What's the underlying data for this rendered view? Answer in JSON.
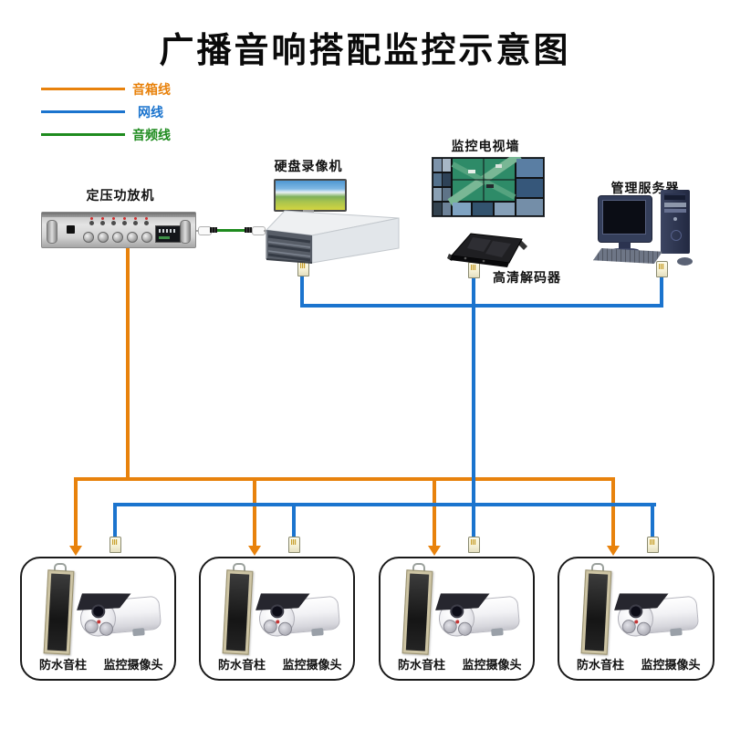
{
  "title": "广播音响搭配监控示意图",
  "legend": {
    "items": [
      {
        "label": "音箱线",
        "color": "#E8820C"
      },
      {
        "label": "网线",
        "color": "#1B74CE"
      },
      {
        "label": "音频线",
        "color": "#1E8B1E"
      }
    ]
  },
  "devices": {
    "amplifier_label": "定压功放机",
    "dvr_label": "硬盘录像机",
    "tv_wall_label": "监控电视墙",
    "decoder_label": "高清解码器",
    "server_label": "管理服务器"
  },
  "terminals": {
    "groups": [
      {
        "speaker_label": "防水音柱",
        "camera_label": "监控摄像头"
      },
      {
        "speaker_label": "防水音柱",
        "camera_label": "监控摄像头"
      },
      {
        "speaker_label": "防水音柱",
        "camera_label": "监控摄像头"
      },
      {
        "speaker_label": "防水音柱",
        "camera_label": "监控摄像头"
      }
    ]
  }
}
